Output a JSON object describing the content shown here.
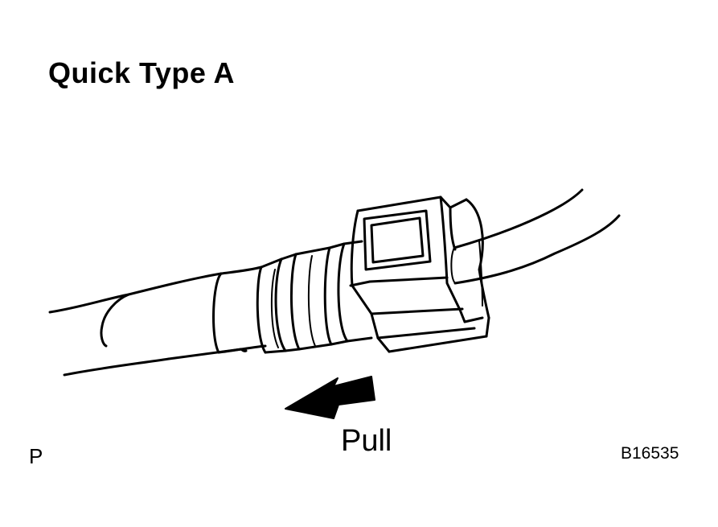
{
  "title": "Quick Type A",
  "action_label": "Pull",
  "page_marker": "P",
  "figure_code": "B16535",
  "illustration": {
    "subject": "quick-connector-fuel-tube",
    "arrow_direction": "left",
    "line_color": "#000000",
    "background": "#ffffff"
  }
}
